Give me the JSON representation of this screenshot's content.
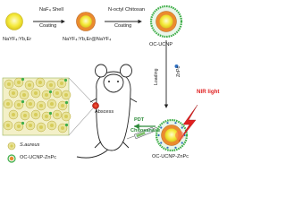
{
  "steps": {
    "shell_title": "NaF₄ Shell",
    "shell_coating": "Coating",
    "chitosan_title": "N-octyl Chitosan",
    "chitosan_coating": "Coating",
    "loading": "Loading",
    "znpc": "ZnPc",
    "pdt": "PDT",
    "chitosanase": "Chitosanase"
  },
  "particles": {
    "core": "NaYF₄:Yb,Er",
    "core_shell": "NaYF₄:Yb,Er@NaYF₄",
    "oc_ucnp": "OC-UCNP",
    "oc_ucnp_znpc": "OC-UCNP-ZnPc"
  },
  "bottom": {
    "abscess": "Abscess",
    "nir": "NIR light"
  },
  "legend": {
    "s_aureus": "S.aureus",
    "oc_ucnp_znpc": "OC-UCNP-ZnPc"
  },
  "colors": {
    "core_yellow": "#f3e636",
    "shell_orange": "#e8842a",
    "abscess_red": "#d8281c",
    "nir_red": "#e02020",
    "bacteria_fill": "#e9e49a",
    "bacteria_edge": "#b9a83a",
    "chitosan_green": "#3fae49",
    "znpc_blue": "#2f6fc0",
    "arrow_green": "#2e8b3a"
  }
}
